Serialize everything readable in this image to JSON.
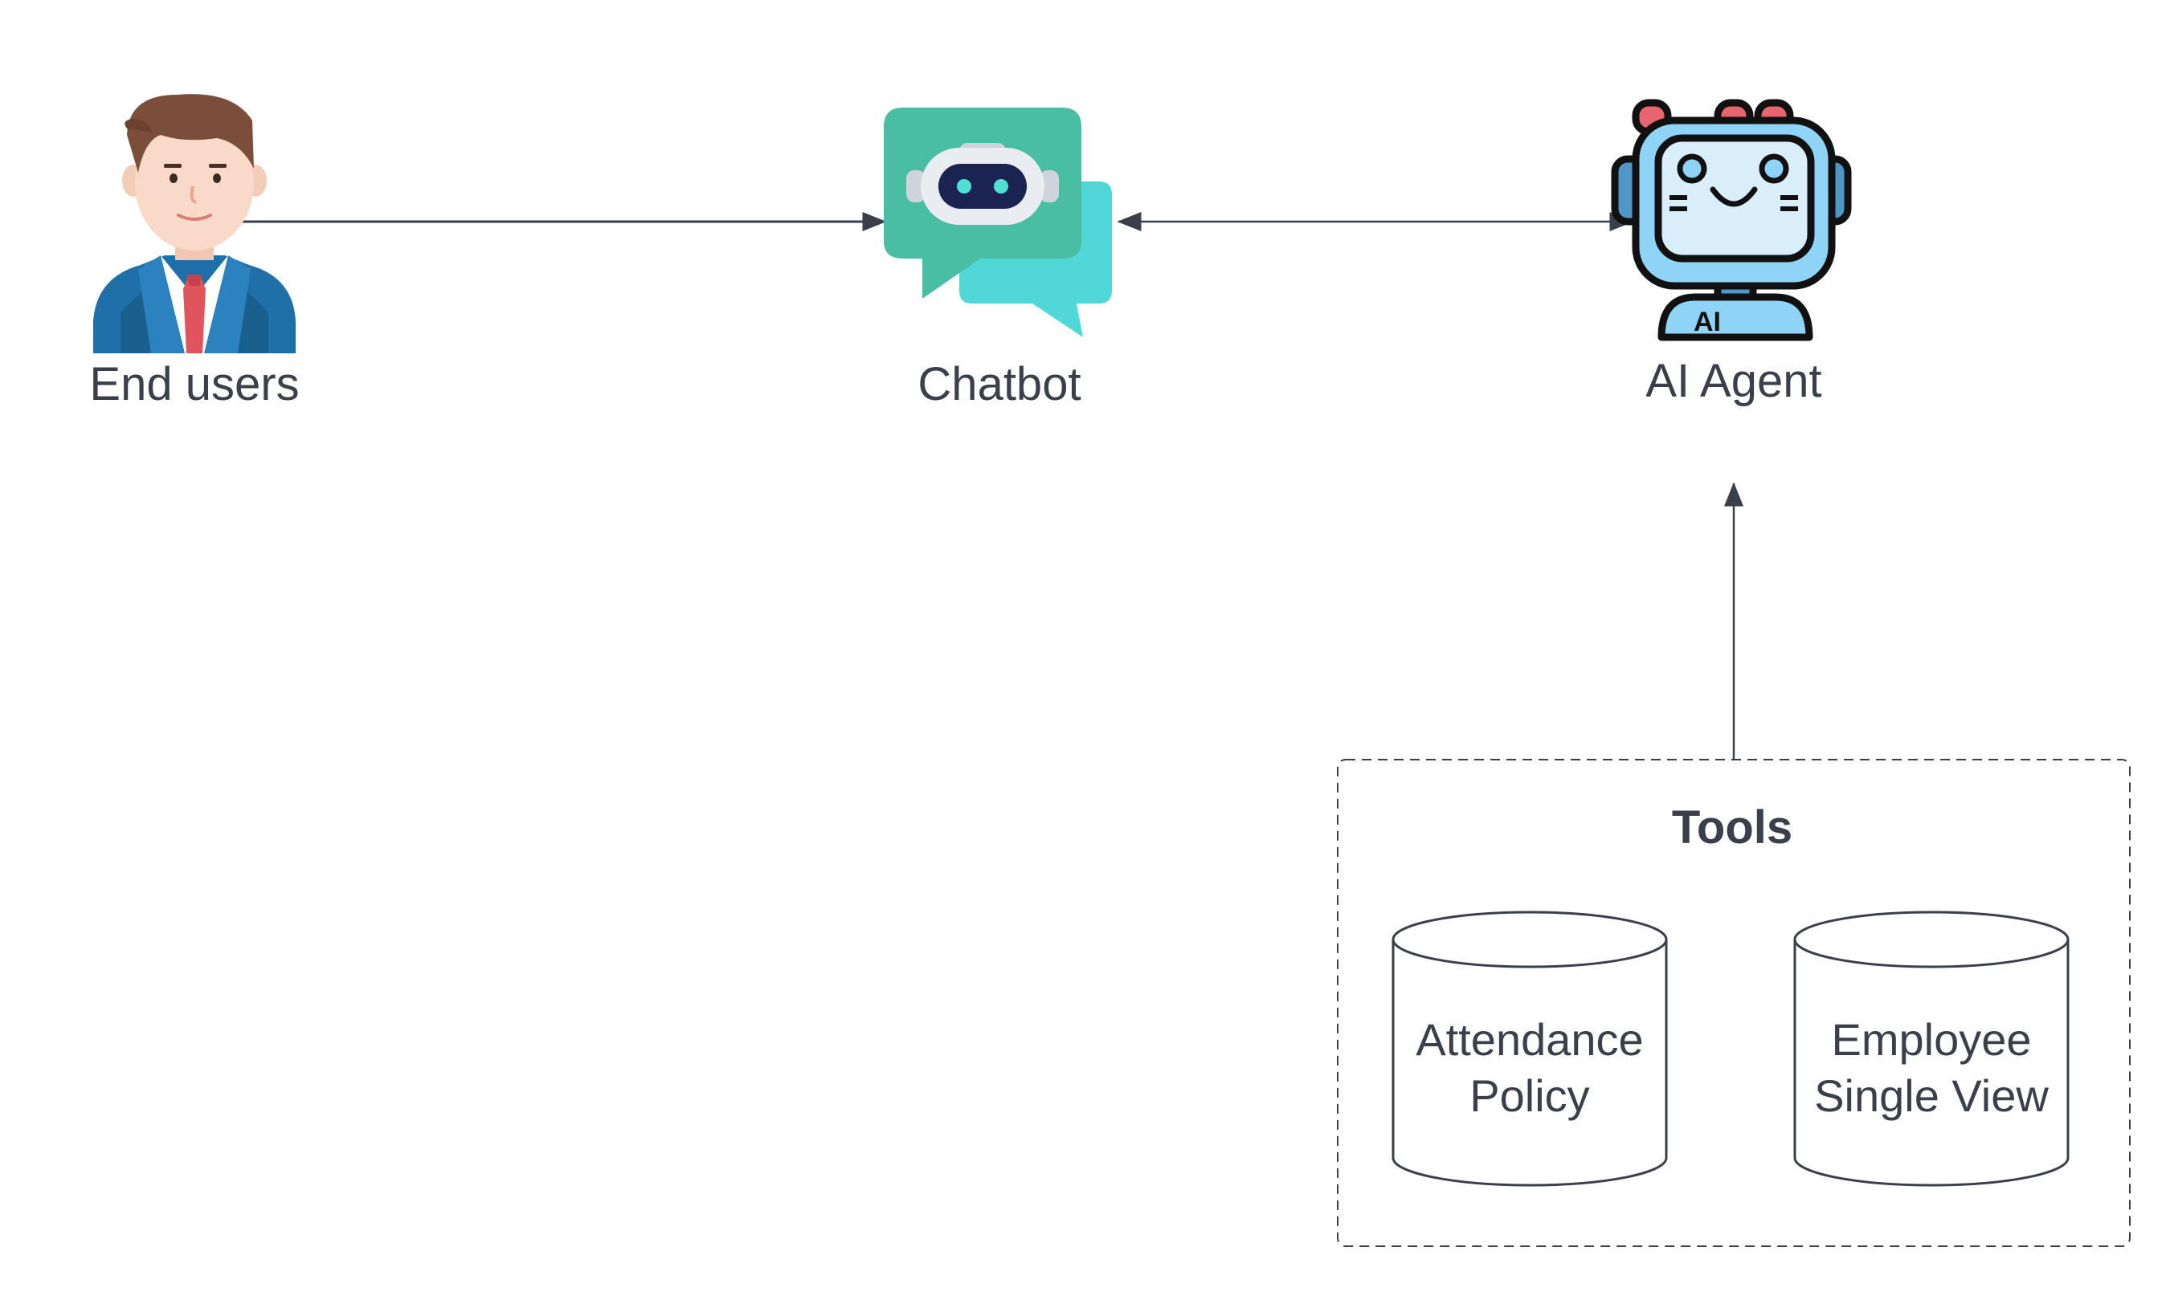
{
  "nodes": {
    "end_users": {
      "label": "End users",
      "icon": "person-icon"
    },
    "chatbot": {
      "label": "Chatbot",
      "icon": "chatbot-icon"
    },
    "ai_agent": {
      "label": "AI Agent",
      "icon": "robot-icon",
      "badge": "AI"
    }
  },
  "tools": {
    "title": "Tools",
    "items": [
      {
        "line1": "Attendance",
        "line2": "Policy",
        "icon": "database-icon"
      },
      {
        "line1": "Employee",
        "line2": "Single View",
        "icon": "database-icon"
      }
    ]
  },
  "connectors": [
    {
      "from": "End users",
      "to": "Chatbot",
      "direction": "one-way"
    },
    {
      "from": "Chatbot",
      "to": "AI Agent",
      "direction": "two-way"
    },
    {
      "from": "Tools",
      "to": "AI Agent",
      "direction": "one-way"
    }
  ],
  "colors": {
    "line": "#3a3f4a",
    "text": "#3a3f4a",
    "chat_green": "#49bea4",
    "chat_teal": "#4fd8d6",
    "robot_blue": "#8fd3f6",
    "suit_blue": "#1f6fa8",
    "tie_red": "#e0545d"
  }
}
